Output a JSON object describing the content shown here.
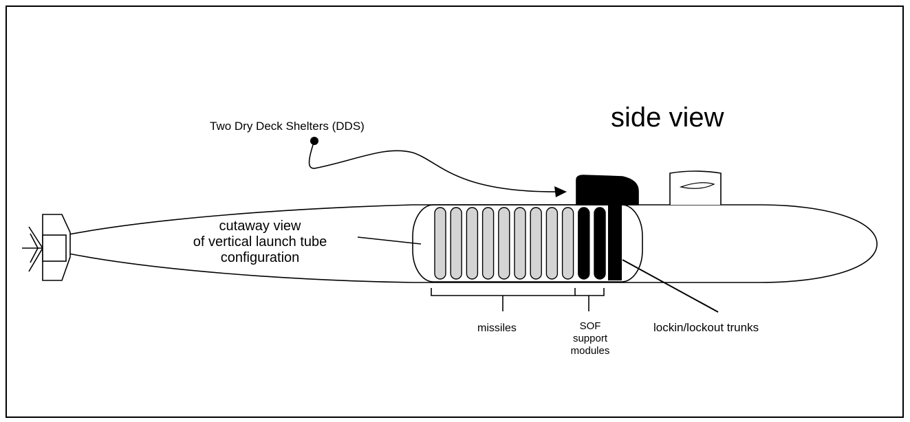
{
  "title": "side view",
  "labels": {
    "dds": "Two Dry Deck Shelters (DDS)",
    "cutaway": [
      "cutaway view",
      "of vertical launch tube",
      "configuration"
    ],
    "missiles": "missiles",
    "sof": [
      "SOF",
      "support",
      "modules"
    ],
    "trunks": "lockin/lockout trunks"
  },
  "components": {
    "missile_tube_count": 9,
    "sof_module_count": 2,
    "lockout_trunk_count": 1,
    "dry_deck_shelter_count": 2
  },
  "colors": {
    "missile_fill": "#d4d4d4",
    "sof_fill": "#000000",
    "outline": "#000000",
    "background": "#ffffff"
  }
}
